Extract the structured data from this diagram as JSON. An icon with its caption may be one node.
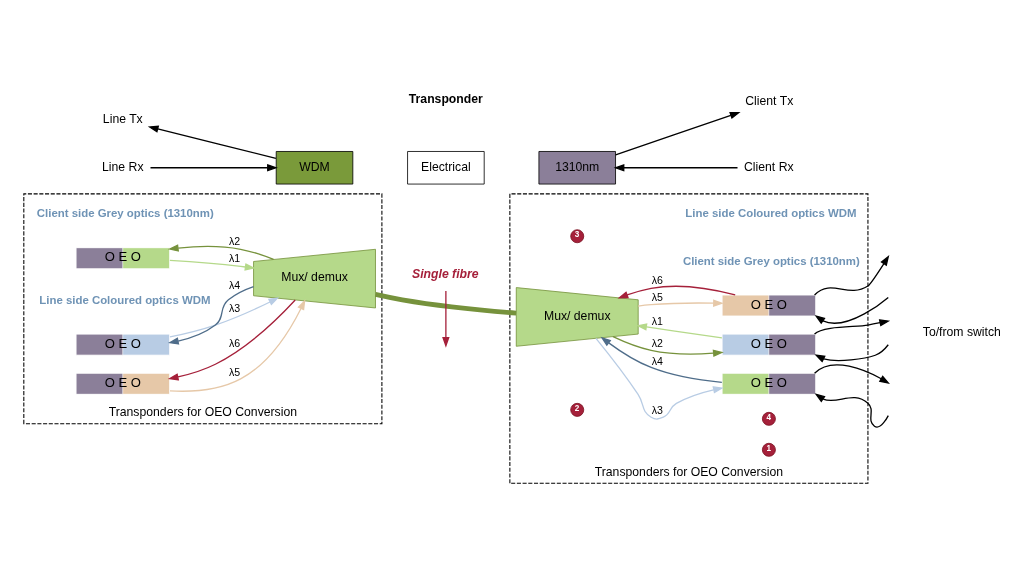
{
  "diagram": {
    "nodes": [
      {
        "text": [
          "Transponders for OEO Conversion"
        ]
      },
      {
        "text": [
          "O E O"
        ],
        "in": 0
      },
      {
        "text": [
          "O E O"
        ],
        "in": 0
      },
      {
        "text": [
          "O E O"
        ],
        "in": 0
      },
      {
        "text": [
          "Mux/ demux"
        ],
        "in": 0
      },
      {
        "text": [
          "Single fibre"
        ]
      },
      {
        "text": [
          "Transponders for OEO Conversion"
        ]
      },
      {
        "text": [
          "Mux/ demux"
        ],
        "in": 6
      },
      {
        "text": [
          "O E O"
        ],
        "in": 6
      },
      {
        "text": [
          "O E O"
        ],
        "in": 6
      },
      {
        "text": [
          "O E O"
        ],
        "in": 6
      },
      {
        "text": [
          "Transponder"
        ]
      },
      {
        "text": [
          "WDM"
        ]
      },
      {
        "text": [
          "Electrical"
        ]
      },
      {
        "text": [
          "1310nm"
        ]
      },
      {
        "text": [
          "Line Tx"
        ]
      },
      {
        "text": [
          "Line Rx"
        ]
      },
      {
        "text": [
          "Client Tx"
        ]
      },
      {
        "text": [
          "Client Rx"
        ]
      }
    ],
    "edges": [
      {
        "from": 1,
        "to": 4,
        "arrow": "to",
        "label": "λ1",
        "color": "#b5d98a"
      },
      {
        "from": 4,
        "to": 1,
        "arrow": "to",
        "label": "λ2",
        "color": "#76923c"
      },
      {
        "from": 2,
        "to": 4,
        "arrow": "to",
        "label": "λ3",
        "color": "#b8cce4"
      },
      {
        "from": 4,
        "to": 2,
        "arrow": "to",
        "label": "λ4",
        "color": "#4f6d8a"
      },
      {
        "from": 3,
        "to": 4,
        "arrow": "to",
        "label": "λ5",
        "color": "#e6c8a8"
      },
      {
        "from": 4,
        "to": 3,
        "arrow": "to",
        "label": "λ6",
        "color": "#a5203a"
      },
      {
        "from": 4,
        "to": 7,
        "arrow": "none",
        "style": "thick",
        "color": "#76923c"
      },
      {
        "from": 5,
        "to": null,
        "arrow": "to",
        "color": "#a5203a"
      },
      {
        "from": 7,
        "to": 8,
        "arrow": "to",
        "label": "λ2",
        "color": "#76923c"
      },
      {
        "from": 8,
        "to": 7,
        "arrow": "to",
        "label": "λ1",
        "color": "#b5d98a"
      },
      {
        "from": 7,
        "to": 9,
        "arrow": "to",
        "label": "λ3",
        "color": "#b8cce4"
      },
      {
        "from": 9,
        "to": 7,
        "arrow": "to",
        "label": "λ4",
        "color": "#4f6d8a"
      },
      {
        "from": 7,
        "to": 10,
        "arrow": "to",
        "label": "λ5",
        "color": "#e6c8a8"
      },
      {
        "from": 10,
        "to": 7,
        "arrow": "to",
        "label": "λ6",
        "color": "#a5203a"
      },
      {
        "from": null,
        "to": 8,
        "arrow": "to"
      },
      {
        "from": 8,
        "to": null,
        "arrow": "to"
      },
      {
        "from": null,
        "to": 9,
        "arrow": "to"
      },
      {
        "from": 9,
        "to": null,
        "arrow": "to"
      },
      {
        "from": 10,
        "to": null,
        "arrow": "to"
      },
      {
        "from": null,
        "to": 10,
        "arrow": "to"
      },
      {
        "from": 12,
        "to": 15,
        "arrow": "to"
      },
      {
        "from": 16,
        "to": 12,
        "arrow": "to"
      },
      {
        "from": 14,
        "to": 17,
        "arrow": "to"
      },
      {
        "from": 18,
        "to": 14,
        "arrow": "to"
      }
    ],
    "labels": [
      "Client side Grey optics (1310nm)",
      "Line side Coloured optics WDM",
      "Line side Coloured optics WDM",
      "Client side Grey optics (1310nm)",
      "3",
      "4",
      "2",
      "1",
      "To/from switch"
    ]
  }
}
